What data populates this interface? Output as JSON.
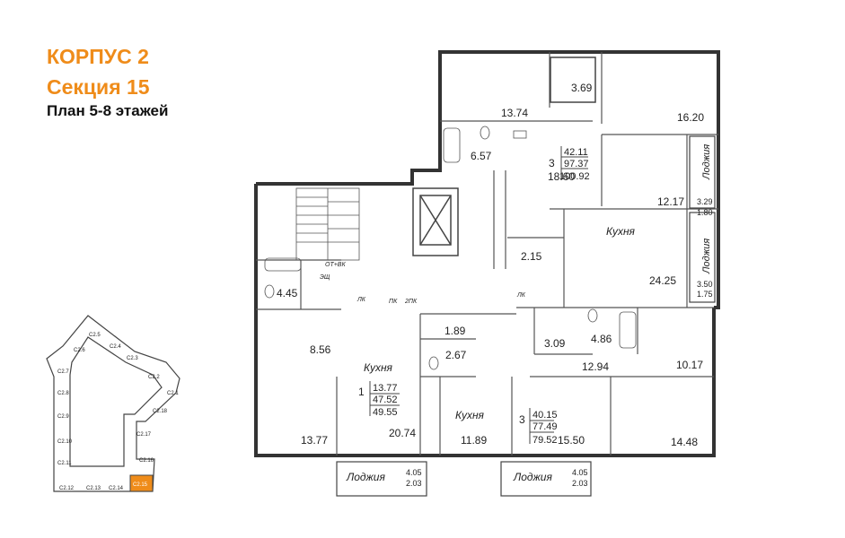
{
  "header": {
    "building": "КОРПУС 2",
    "section": "Секция 15",
    "plan": "План 5-8 этажей",
    "accent_color": "#ef8c1a"
  },
  "keyplan": {
    "sections": [
      "С2.1",
      "С2.2",
      "С2.3",
      "С2.4",
      "С2.5",
      "С2.6",
      "С2.7",
      "С2.8",
      "С2.9",
      "С2.10",
      "С2.11",
      "С2.12",
      "С2.13",
      "С2.14",
      "С2.15",
      "С2.16",
      "С2.17",
      "С2.18"
    ],
    "highlight": "С2.15",
    "highlight_color": "#ef8c1a"
  },
  "rooms": {
    "r13_74": "13.74",
    "r3_69": "3.69",
    "r16_20": "16.20",
    "r6_57": "6.57",
    "r18_60": "18.60",
    "r12_17": "12.17",
    "r2_15": "2.15",
    "r24_25": "24.25",
    "kuhnya_top": "Кухня",
    "lodzhia_top1": "Лоджия",
    "lodzhia_top2": "Лоджия",
    "l3_29": "3.29",
    "l1_80": "1.80",
    "l3_50": "3.50",
    "l1_75": "1.75",
    "r4_45": "4.45",
    "ot_vk": "ОТ+ВК",
    "eshch": "ЭЩ",
    "lk1": "ЛК",
    "pk": "ПК",
    "pk2": "2ПК",
    "lk2": "ЛК",
    "r8_56": "8.56",
    "r1_89": "1.89",
    "r2_67": "2.67",
    "r3_09": "3.09",
    "r4_86": "4.86",
    "r12_94": "12.94",
    "r10_17": "10.17",
    "kuhnya_left": "Кухня",
    "kuhnya_mid": "Кухня",
    "r13_77": "13.77",
    "r20_74": "20.74",
    "r11_89": "11.89",
    "r15_50": "15.50",
    "r14_48": "14.48",
    "lodzhia_b1": "Лоджия",
    "lb1_a": "4.05",
    "lb1_b": "2.03",
    "lodzhia_b2": "Лоджия",
    "lb2_a": "4.05",
    "lb2_b": "2.03"
  },
  "apartments": [
    {
      "id": "apt-3-top",
      "rooms": "3",
      "living": "42.11",
      "total": "97.37",
      "with_loggia": "100.92"
    },
    {
      "id": "apt-1",
      "rooms": "1",
      "living": "13.77",
      "total": "47.52",
      "with_loggia": "49.55"
    },
    {
      "id": "apt-3-bottom",
      "rooms": "3",
      "living": "40.15",
      "total": "77.49",
      "with_loggia": "79.52"
    }
  ]
}
